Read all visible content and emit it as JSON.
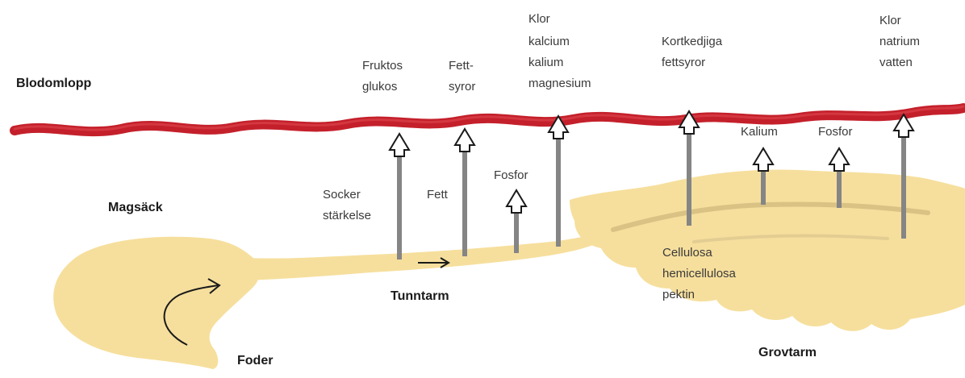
{
  "colors": {
    "blood_vessel": "#c4202b",
    "intestine_fill": "#f6df9d",
    "arrow_fill": "#ffffff",
    "arrow_shaft": "#858585",
    "outline": "#1a1a1a"
  },
  "labels": {
    "blodomlopp": "Blodomlopp",
    "magsack": "Magsäck",
    "tunntarm": "Tunntarm",
    "grovtarm": "Grovtarm",
    "foder": "Foder"
  },
  "nutrients": {
    "socker": [
      "Socker",
      "stärkelse"
    ],
    "fett": "Fett",
    "fosfor_small": "Fosfor",
    "fruktos": [
      "Fruktos",
      "glukos"
    ],
    "fettsyror": [
      "Fett-",
      "syror"
    ],
    "minerals": [
      "Klor",
      "kalcium",
      "kalium",
      "magnesium"
    ],
    "kortkedjiga": [
      "Kortkedjiga",
      "fettsyror"
    ],
    "kalium": "Kalium",
    "fosfor_large": "Fosfor",
    "klor_natrium": [
      "Klor",
      "natrium",
      "vatten"
    ],
    "cellulosa": [
      "Cellulosa",
      "hemicellulosa",
      "pektin"
    ]
  },
  "icons": [
    "absorption-arrow-icon",
    "flow-arrow-icon",
    "curved-arrow-icon"
  ]
}
